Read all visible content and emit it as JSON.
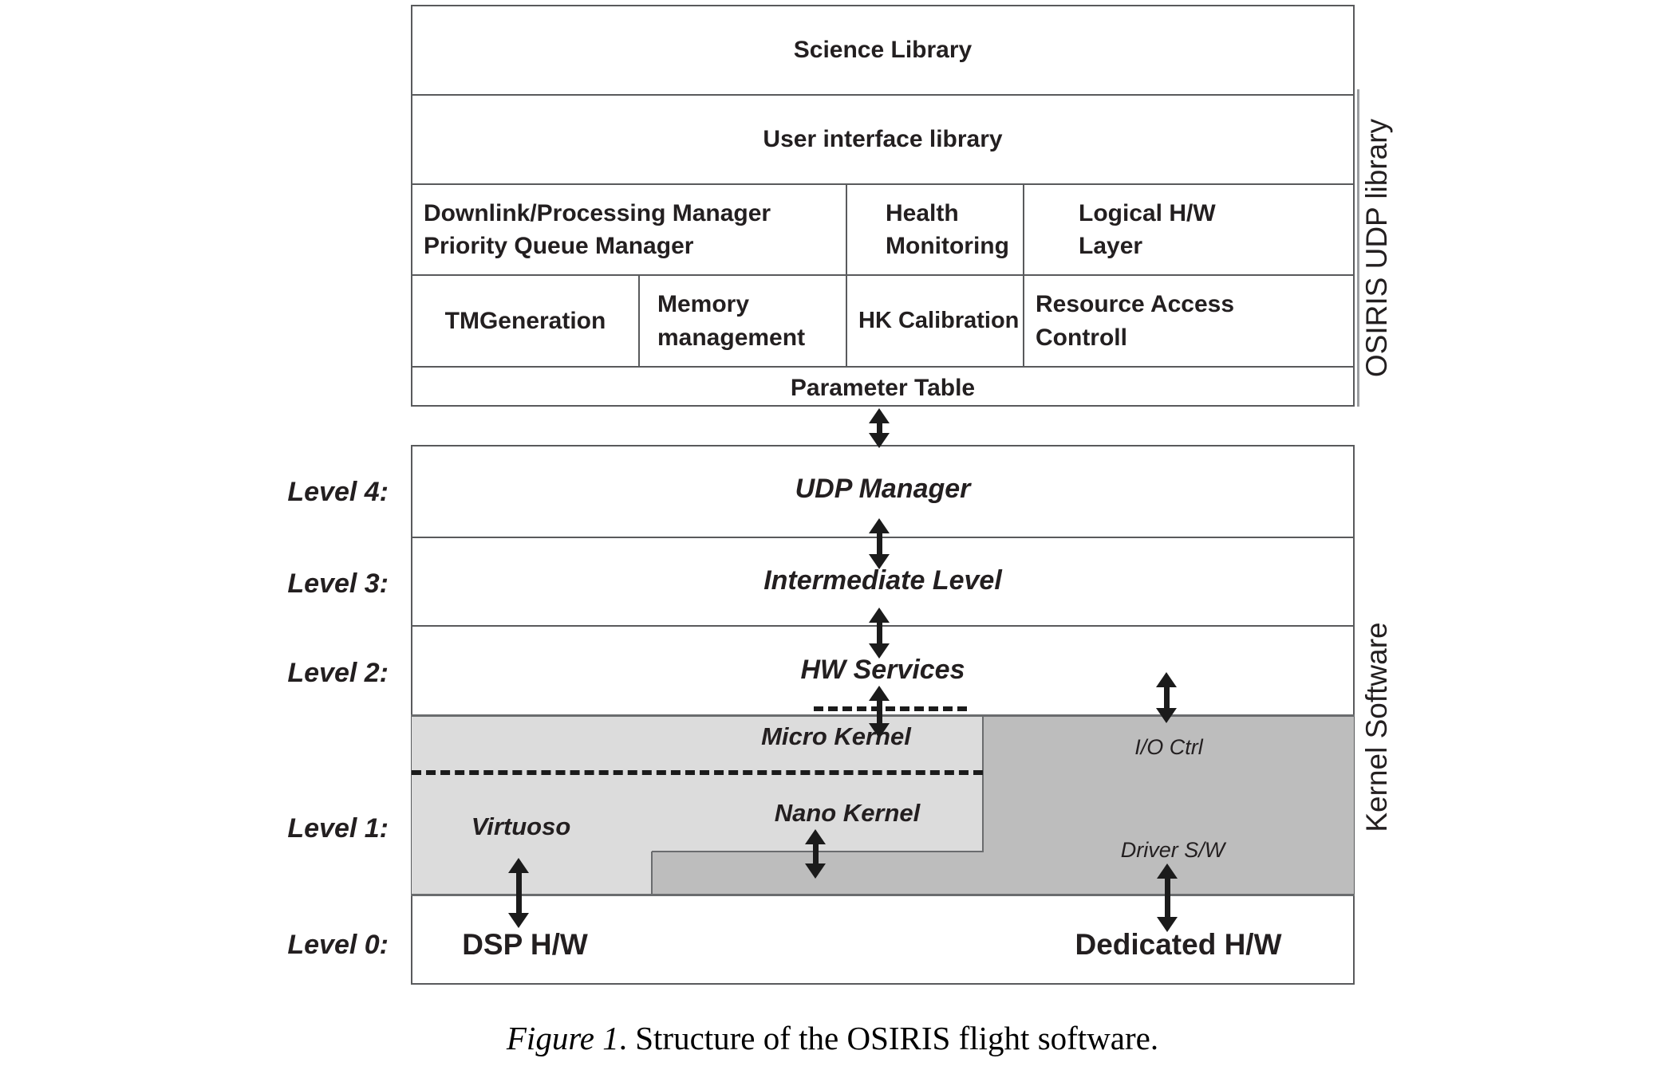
{
  "figure": {
    "caption_label": "Figure 1",
    "caption_text": ". Structure of the OSIRIS flight software."
  },
  "udp_library": {
    "bracket_label": "OSIRIS UDP library",
    "rows": {
      "science": "Science Library",
      "user_interface": "User interface library",
      "managers": [
        "Downlink/Processing Manager",
        "Priority Queue Manager"
      ],
      "health": [
        "Health",
        "Monitoring"
      ],
      "logical": [
        "Logical H/W",
        "Layer"
      ],
      "tmgeneration": "TMGeneration",
      "memory": [
        "Memory",
        "management"
      ],
      "hk_calibration": "HK Calibration",
      "resource": [
        "Resource Access",
        "Controll"
      ],
      "parameter_table": "Parameter Table"
    }
  },
  "kernel_software": {
    "bracket_label": "Kernel Software",
    "level_labels": [
      "Level 4:",
      "Level 3:",
      "Level 2:",
      "Level 1:",
      "Level 0:"
    ],
    "level4": "UDP Manager",
    "level3": "Intermediate Level",
    "level2": "HW Services",
    "micro_kernel": "Micro Kernel",
    "nano_kernel": "Nano Kernel",
    "virtuoso": "Virtuoso",
    "io_ctrl": "I/O Ctrl",
    "driver_sw": "Driver S/W",
    "dsp_hw": "DSP H/W",
    "dedicated_hw": "Dedicated H/W"
  },
  "colors": {
    "light_gray": "#dcdcdc",
    "dark_gray": "#bdbdbd",
    "border": "#595a5c",
    "text": "#231f20"
  }
}
